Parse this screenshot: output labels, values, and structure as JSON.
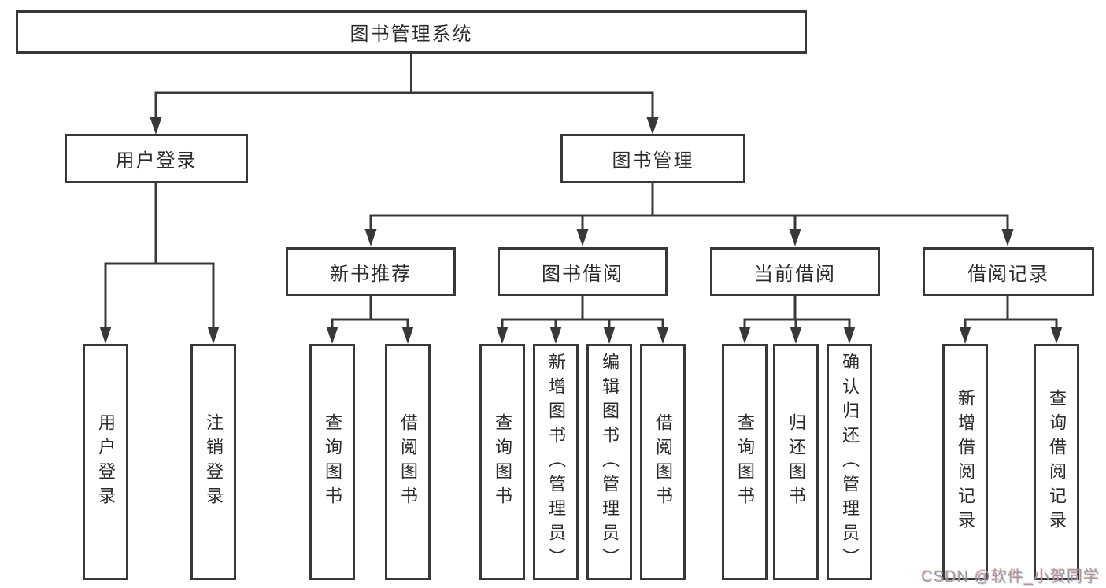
{
  "diagram": {
    "type": "tree",
    "title": "图书管理系统",
    "nodes": {
      "root": {
        "label": "图书管理系统"
      },
      "user_login": {
        "label": "用户登录"
      },
      "book_mgmt": {
        "label": "图书管理"
      },
      "new_book_rec": {
        "label": "新书推荐"
      },
      "book_borrow": {
        "label": "图书借阅"
      },
      "current_borrow": {
        "label": "当前借阅"
      },
      "borrow_records": {
        "label": "借阅记录"
      },
      "ul_user_login": {
        "label": "用户登录"
      },
      "ul_logout": {
        "label": "注销登录"
      },
      "nbr_query_books": {
        "label": "查询图书"
      },
      "nbr_borrow_books": {
        "label": "借阅图书"
      },
      "bb_query_books": {
        "label": "查询图书"
      },
      "bb_add_books": {
        "label": "新增图书（管理员）"
      },
      "bb_edit_books": {
        "label": "编辑图书（管理员）"
      },
      "bb_borrow_books": {
        "label": "借阅图书"
      },
      "cb_query_books": {
        "label": "查询图书"
      },
      "cb_return_books": {
        "label": "归还图书"
      },
      "cb_confirm_return": {
        "label": "确认归还（管理员）"
      },
      "br_add_record": {
        "label": "新增借阅记录"
      },
      "br_query_record": {
        "label": "查询借阅记录"
      }
    },
    "edges": [
      [
        "root",
        "user_login"
      ],
      [
        "root",
        "book_mgmt"
      ],
      [
        "user_login",
        "ul_user_login"
      ],
      [
        "user_login",
        "ul_logout"
      ],
      [
        "book_mgmt",
        "new_book_rec"
      ],
      [
        "book_mgmt",
        "book_borrow"
      ],
      [
        "book_mgmt",
        "current_borrow"
      ],
      [
        "book_mgmt",
        "borrow_records"
      ],
      [
        "new_book_rec",
        "nbr_query_books"
      ],
      [
        "new_book_rec",
        "nbr_borrow_books"
      ],
      [
        "book_borrow",
        "bb_query_books"
      ],
      [
        "book_borrow",
        "bb_add_books"
      ],
      [
        "book_borrow",
        "bb_edit_books"
      ],
      [
        "book_borrow",
        "bb_borrow_books"
      ],
      [
        "current_borrow",
        "cb_query_books"
      ],
      [
        "current_borrow",
        "cb_return_books"
      ],
      [
        "current_borrow",
        "cb_confirm_return"
      ],
      [
        "borrow_records",
        "br_add_record"
      ],
      [
        "borrow_records",
        "br_query_record"
      ]
    ]
  },
  "watermark": {
    "text": "CSDN @软件_小贺同学"
  },
  "colors": {
    "line": "#383838",
    "text": "#2b2b2b",
    "watermark": "#9d9d9d",
    "background": "#ffffff"
  }
}
